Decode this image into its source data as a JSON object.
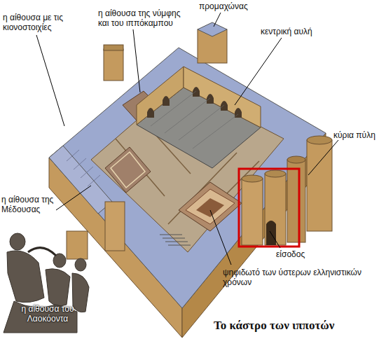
{
  "diagram": {
    "title": "Το κάστρο των ιπποτών",
    "labels": [
      "η αίθουσα με τις κιονοστοιχίες",
      "η αίθουσα της νύμφης και του ιππόκαμπου",
      "προμαχώνας",
      "κεντρική αυλή",
      "κύρια πύλη",
      "η αίθουσα της Μέδουσας",
      "είσοδος",
      "ψηφιδωτό των ύστερων ελληνιστικών χρόνων",
      "η αίθουσα του Λαοκόοντα"
    ]
  }
}
